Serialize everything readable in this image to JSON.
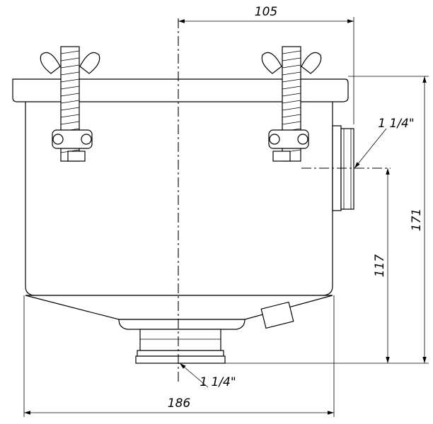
{
  "dimensions": {
    "offset_top": "105",
    "height_total": "171",
    "height_side_outlet": "117",
    "width_total": "186"
  },
  "threads": {
    "side_outlet": "1 1/4\"",
    "bottom_outlet": "1 1/4\""
  }
}
